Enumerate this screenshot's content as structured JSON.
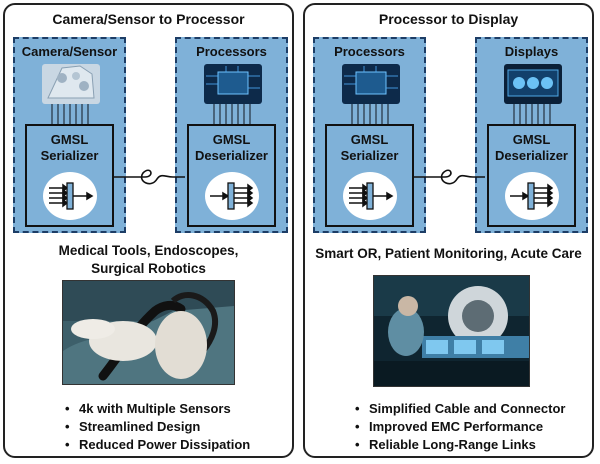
{
  "left_panel": {
    "title": "Camera/Sensor to Processor",
    "source": {
      "label": "Camera/Sensor",
      "icon": "camera-sensor-icon"
    },
    "target": {
      "label": "Processors",
      "icon": "processor-chip-icon"
    },
    "serializer": {
      "line1": "GMSL",
      "line2": "Serializer"
    },
    "deserializer": {
      "line1": "GMSL",
      "line2": "Deserializer"
    },
    "caption_line1": "Medical Tools, Endoscopes,",
    "caption_line2": "Surgical Robotics",
    "bullets": [
      "4k with Multiple Sensors",
      "Streamlined Design",
      "Reduced Power Dissipation"
    ]
  },
  "right_panel": {
    "title": "Processor to Display",
    "source": {
      "label": "Processors",
      "icon": "processor-chip-icon"
    },
    "target": {
      "label": "Displays",
      "icon": "display-monitor-icon"
    },
    "serializer": {
      "line1": "GMSL",
      "line2": "Serializer"
    },
    "deserializer": {
      "line1": "GMSL",
      "line2": "Deserializer"
    },
    "caption_line1": "Smart OR, Patient Monitoring, Acute Care",
    "bullets": [
      "Simplified Cable and Connector",
      "Improved EMC Performance",
      "Reliable Long-Range Links"
    ]
  },
  "colors": {
    "unit_fill": "#7fb1d8",
    "unit_border": "#1d3d66",
    "line": "#111111"
  }
}
